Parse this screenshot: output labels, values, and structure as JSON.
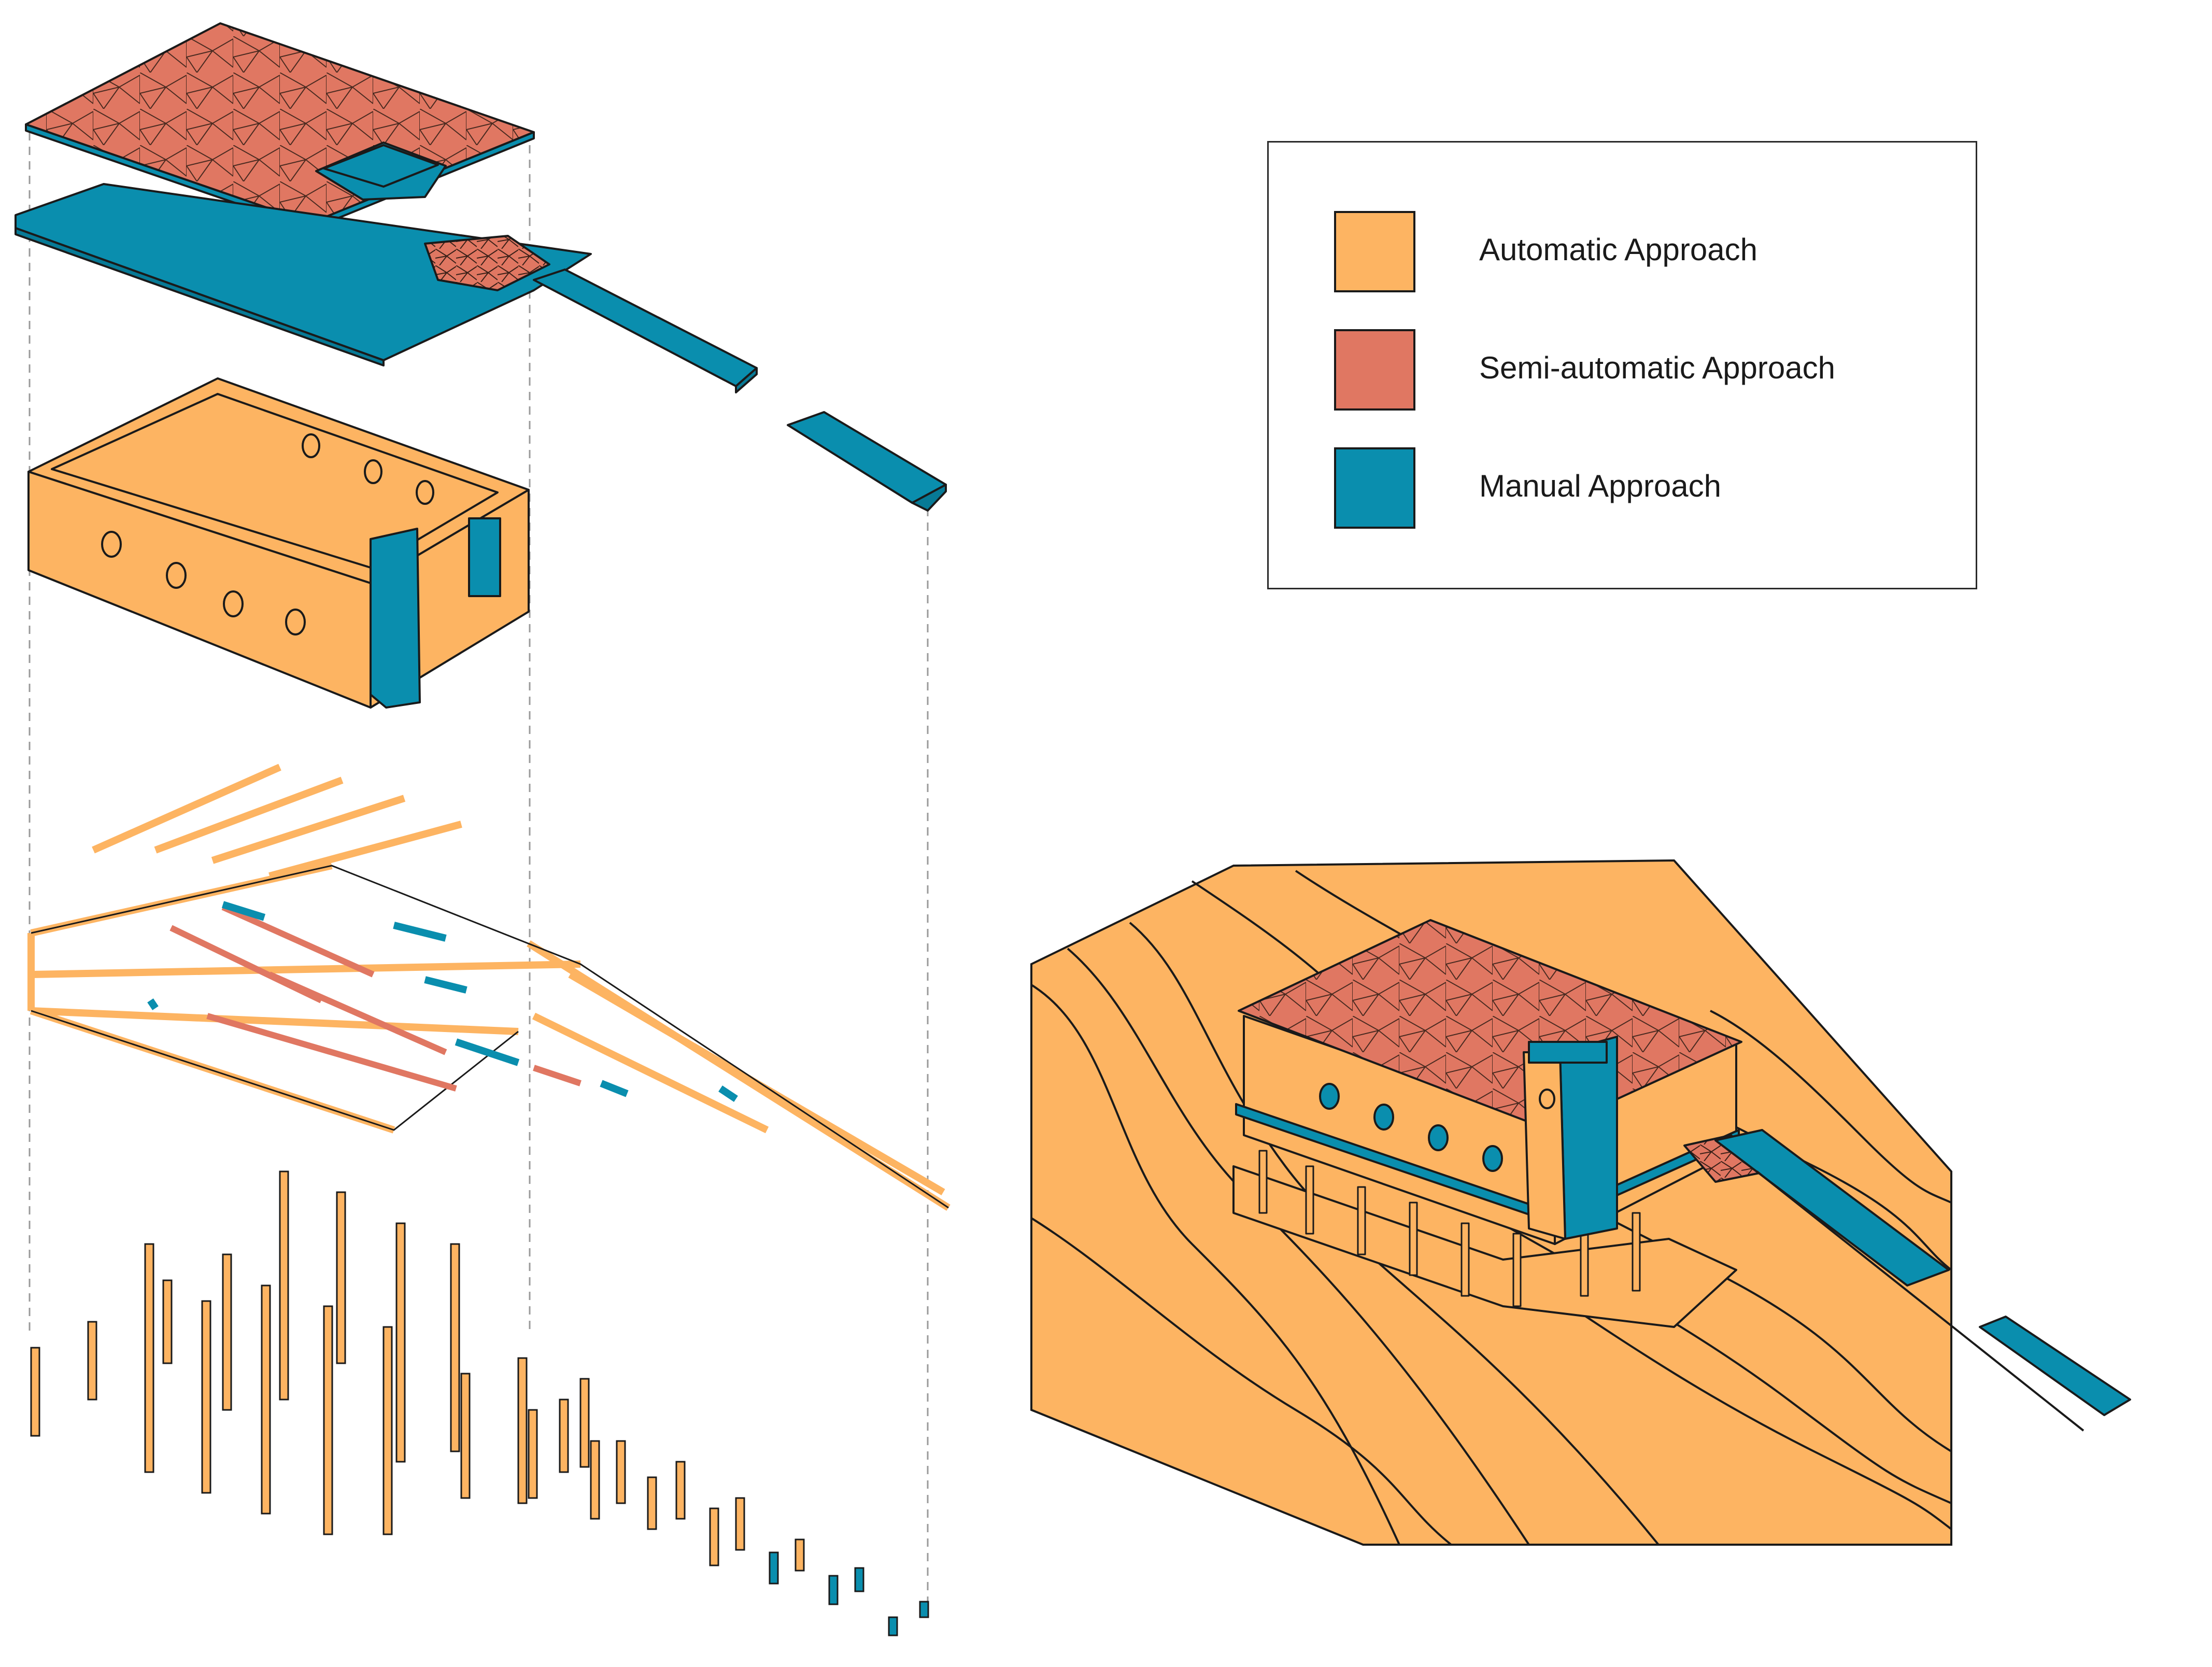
{
  "colors": {
    "automatic": "#FDB462",
    "semi_automatic": "#E07762",
    "manual": "#0A8EAE",
    "outline": "#1A1A1A"
  },
  "legend": {
    "items": [
      {
        "key": "automatic",
        "label": "Automatic Approach",
        "color": "#FDB462"
      },
      {
        "key": "semi_automatic",
        "label": "Semi-automatic Approach",
        "color": "#E07762"
      },
      {
        "key": "manual",
        "label": "Manual Approach",
        "color": "#0A8EAE"
      }
    ]
  }
}
